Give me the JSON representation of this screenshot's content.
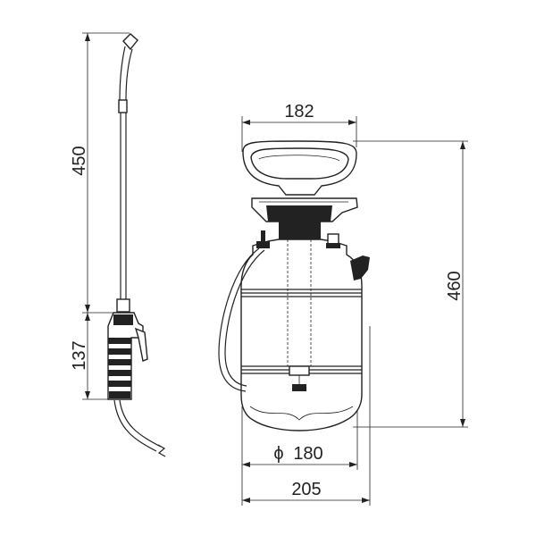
{
  "dimensions": {
    "lance_length": "450",
    "handle_length": "137",
    "handle_width": "182",
    "total_height": "460",
    "diameter": "180",
    "total_width": "205",
    "diameter_symbol": "ϕ"
  },
  "colors": {
    "stroke": "#222222",
    "background": "#ffffff"
  }
}
